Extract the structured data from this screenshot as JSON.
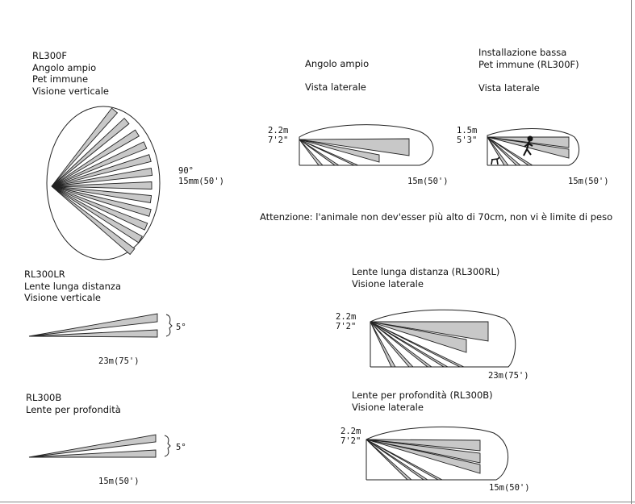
{
  "rl300f": {
    "lines": [
      "RL300F",
      "Angolo ampio",
      "Pet immune",
      "Visione verticale"
    ],
    "angle": "90°",
    "range": "15mm(50')"
  },
  "wide_side": {
    "lines": [
      "Angolo ampio",
      "",
      "Vista laterale"
    ],
    "height_m": "2.2m",
    "height_ft": "7'2\"",
    "range": "15m(50')"
  },
  "low_install": {
    "lines": [
      "Installazione bassa",
      "Pet immune (RL300F)",
      "",
      "Vista laterale"
    ],
    "height_m": "1.5m",
    "height_ft": "5'3\"",
    "range": "15m(50')"
  },
  "note": "Attenzione: l'animale non dev'esser più alto di 70cm, non vi è limite di peso",
  "rl300lr": {
    "lines": [
      "RL300LR",
      "Lente lunga distanza",
      "Visione verticale"
    ],
    "angle": "5°",
    "range": "23m(75')"
  },
  "long_side": {
    "lines": [
      "Lente lunga distanza (RL300RL)",
      "Visione laterale"
    ],
    "height_m": "2.2m",
    "height_ft": "7'2\"",
    "range": "23m(75')"
  },
  "rl300b": {
    "lines": [
      "RL300B",
      "Lente per profondità"
    ],
    "angle": "5°",
    "range": "15m(50')"
  },
  "depth_side": {
    "lines": [
      "Lente per profondità (RL300B)",
      "Visione laterale"
    ],
    "height_m": "2.2m",
    "height_ft": "7'2\"",
    "range": "15m(50')"
  }
}
